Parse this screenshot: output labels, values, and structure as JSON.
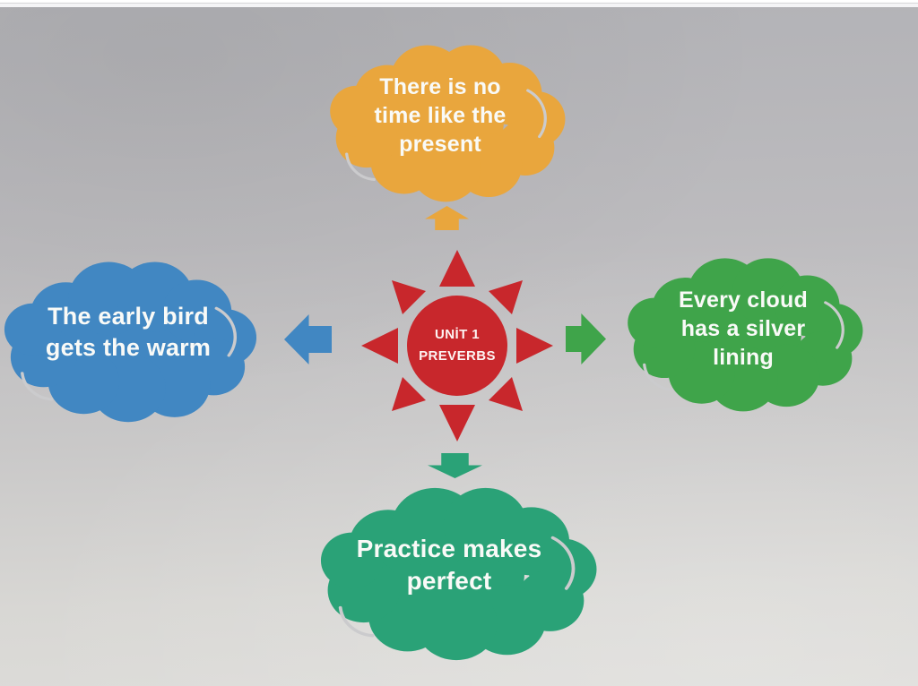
{
  "page": {
    "description": "Photographed slide: Unit 1 proverbs mind map",
    "background_top_color": "#b2b2b6",
    "background_bottom_color": "#dddcd9",
    "text_color": "#ffffff"
  },
  "center": {
    "lines": [
      "UNİT 1",
      "PREVERBS"
    ],
    "color": "#c8272c"
  },
  "clouds": {
    "top": {
      "lines": [
        "There is no",
        "time like the",
        "present"
      ],
      "color": "#e9a63d"
    },
    "left": {
      "lines": [
        "The early bird",
        "gets the warm"
      ],
      "color": "#4187c2"
    },
    "right": {
      "lines": [
        "Every cloud",
        "has a silver",
        "lining"
      ],
      "color": "#3fa44a"
    },
    "bottom": {
      "lines": [
        "Practice makes",
        "perfect"
      ],
      "color": "#2aa277"
    }
  },
  "arrows": {
    "up": {
      "direction": "up",
      "color": "#e9a63d"
    },
    "left": {
      "direction": "left",
      "color": "#4187c2"
    },
    "right": {
      "direction": "right",
      "color": "#3fa44a"
    },
    "down": {
      "direction": "down",
      "color": "#2aa277"
    }
  }
}
